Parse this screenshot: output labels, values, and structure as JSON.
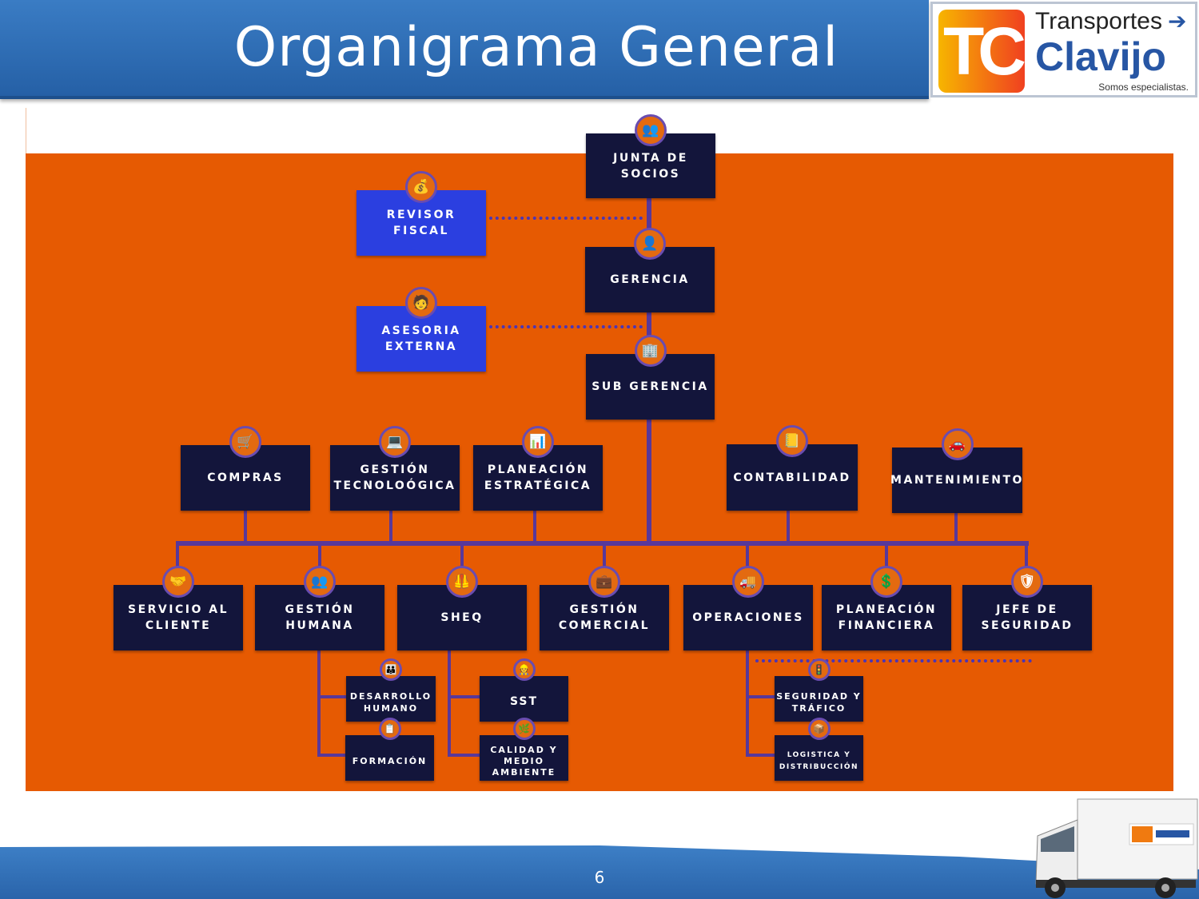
{
  "header": {
    "title": "Organigrama General"
  },
  "logo": {
    "mark": "TC",
    "line1": "Transportes",
    "line2": "Clavijo",
    "tagline": "Somos especialistas."
  },
  "nodes": {
    "junta": "JUNTA DE\nSOCIOS",
    "revisor": "REVISOR\nFISCAL",
    "gerencia": "GERENCIA",
    "asesoria": "ASESORIA\nEXTERNA",
    "subgerencia": "SUB GERENCIA",
    "compras": "COMPRAS",
    "gtec": "GESTIÓN\nTECNOLOÓGICA",
    "pest": "PLANEACIÓN\nESTRATÉGICA",
    "contabilidad": "CONTABILIDAD",
    "mantenimiento": "MANTENIMIENTO",
    "servicio": "SERVICIO AL\nCLIENTE",
    "ghumana": "GESTIÓN\nHUMANA",
    "sheq": "SHEQ",
    "gcomercial": "GESTIÓN\nCOMERCIAL",
    "operaciones": "OPERACIONES",
    "pfinanciera": "PLANEACIÓN\nFINANCIERA",
    "jseguridad": "JEFE DE\nSEGURIDAD",
    "desarrollo": "DESARROLLO\nHUMANO",
    "formacion": "FORMACIÓN",
    "sst": "SST",
    "calidad": "CALIDAD Y\nMEDIO\nAMBIENTE",
    "seguridad_trafico": "SEGURIDAD Y\nTRÁFICO",
    "logistica": "LOGISTICA Y\nDISTRIBUCCIÓN"
  },
  "footer": {
    "page": "6"
  },
  "colors": {
    "orange": "#e65a02",
    "navy": "#13153b",
    "blue": "#2b3fe0",
    "line": "#58389a",
    "header": "#2e6db4"
  }
}
